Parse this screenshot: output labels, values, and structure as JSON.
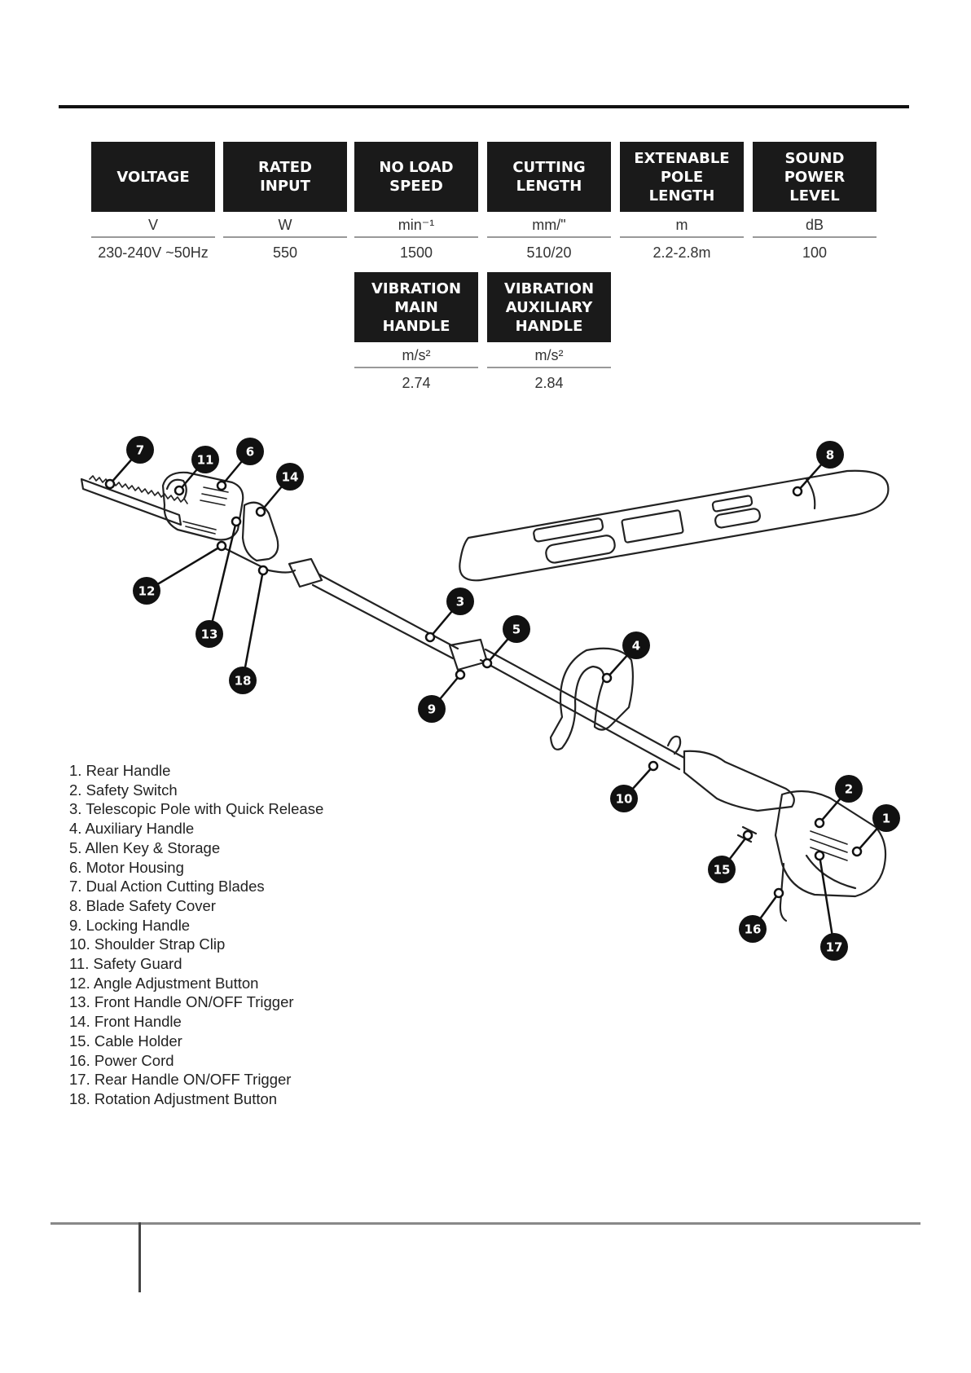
{
  "specs": [
    {
      "header": "VOLTAGE",
      "unit": "V",
      "value": "230-240V ~50Hz"
    },
    {
      "header": "RATED\nINPUT",
      "unit": "W",
      "value": "550"
    },
    {
      "header": "NO LOAD\nSPEED",
      "unit": "min⁻¹",
      "value": "1500"
    },
    {
      "header": "CUTTING\nLENGTH",
      "unit": "mm/\"",
      "value": "510/20"
    },
    {
      "header": "EXTENABLE\nPOLE\nLENGTH",
      "unit": "m",
      "value": "2.2-2.8m"
    },
    {
      "header": "SOUND\nPOWER\nLEVEL",
      "unit": "dB",
      "value": "100"
    },
    {
      "header": "VIBRATION\nMAIN\nHANDLE",
      "unit": "m/s²",
      "value": "2.74"
    },
    {
      "header": "VIBRATION\nAUXILIARY\nHANDLE",
      "unit": "m/s²",
      "value": "2.84"
    }
  ],
  "callouts": [
    "7",
    "11",
    "6",
    "14",
    "8",
    "12",
    "13",
    "18",
    "3",
    "5",
    "9",
    "4",
    "10",
    "2",
    "1",
    "15",
    "16",
    "17"
  ],
  "legend": [
    "1. Rear Handle",
    "2. Safety Switch",
    "3. Telescopic Pole with Quick Release",
    "4. Auxiliary Handle",
    "5. Allen Key & Storage",
    "6. Motor Housing",
    "7. Dual Action Cutting Blades",
    "8. Blade Safety Cover",
    "9. Locking Handle",
    "10. Shoulder Strap Clip",
    "11. Safety Guard",
    "12. Angle Adjustment Button",
    "13. Front Handle ON/OFF Trigger",
    "14. Front Handle",
    "15. Cable Holder",
    "16. Power Cord",
    "17. Rear Handle ON/OFF Trigger",
    "18. Rotation Adjustment Button"
  ]
}
